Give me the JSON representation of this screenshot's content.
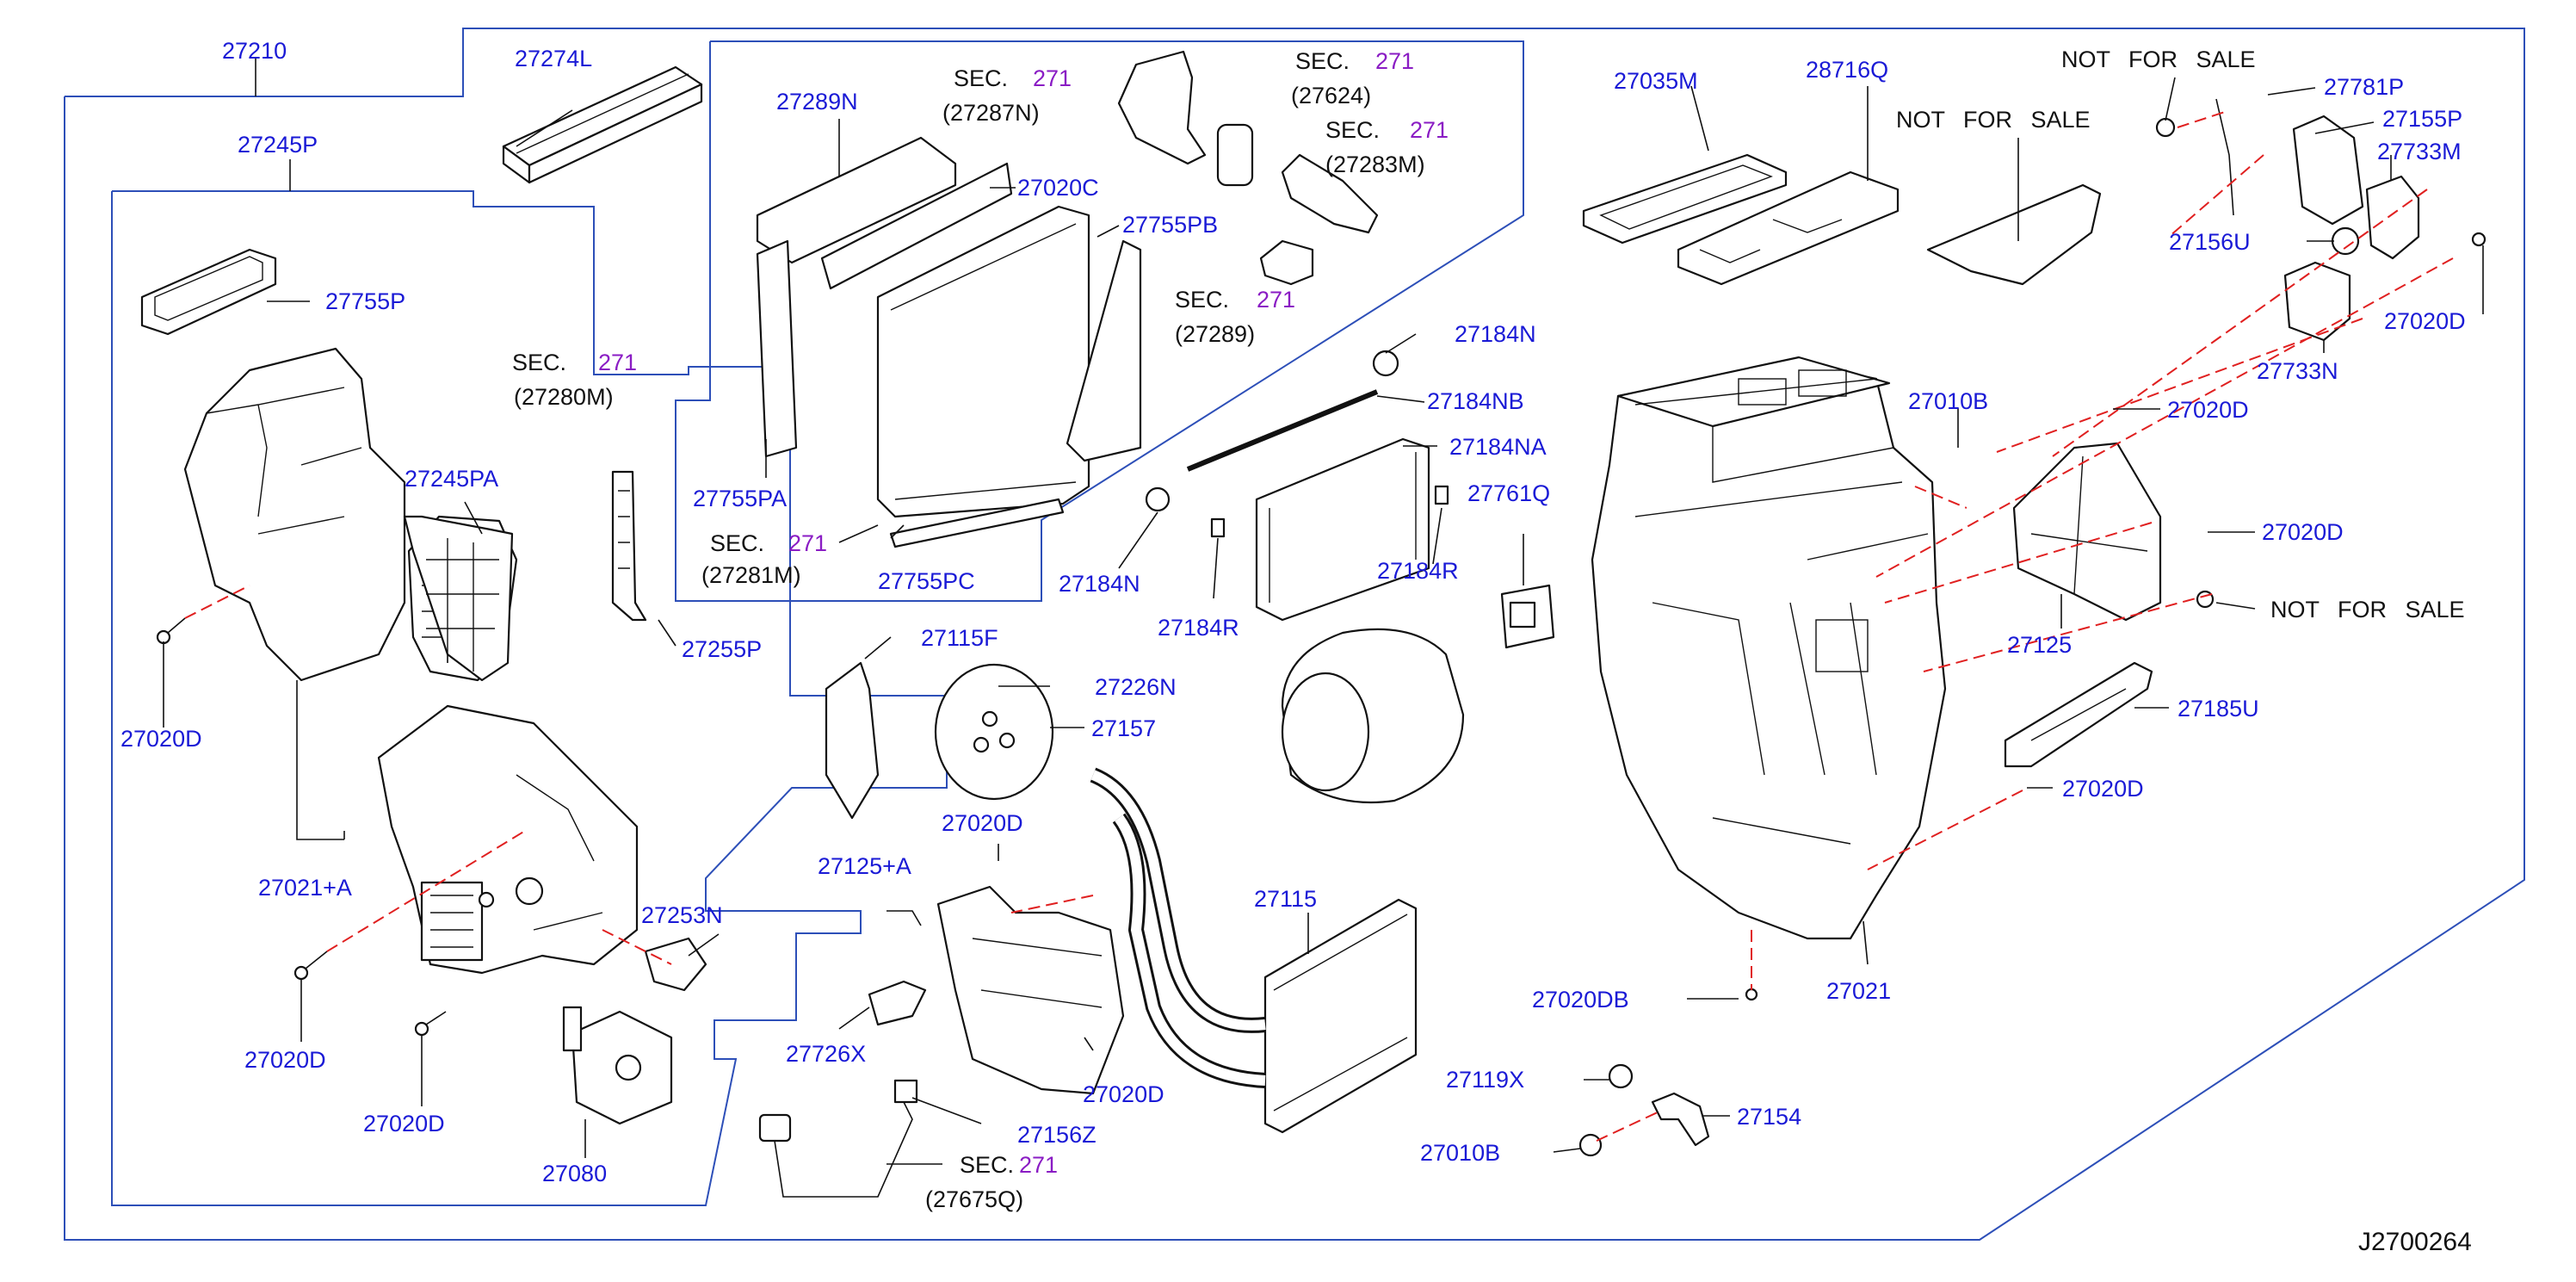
{
  "diagram_id": "J2700264",
  "not_for_sale": "NOT FOR SALE",
  "sec_ref": "271",
  "parts": {
    "p27210": "27210",
    "p27245P": "27245P",
    "p27274L": "27274L",
    "p27289N": "27289N",
    "p27020C": "27020C",
    "p27755PB": "27755PB",
    "p27755P": "27755P",
    "p27245PA": "27245PA",
    "p27755PA": "27755PA",
    "p27755PC": "27755PC",
    "p27255P": "27255P",
    "p27020D_a": "27020D",
    "p27021A": "27021+A",
    "p27253N": "27253N",
    "p27020D_b": "27020D",
    "p27020D_c": "27020D",
    "p27080": "27080",
    "p27184N_a": "27184N",
    "p27184NB": "27184NB",
    "p27184NA": "27184NA",
    "p27184N_b": "27184N",
    "p27184R_a": "27184R",
    "p27184R_b": "27184R",
    "p27761Q": "27761Q",
    "p27115F": "27115F",
    "p27226N": "27226N",
    "p27157": "27157",
    "p27020D_d": "27020D",
    "p27125A": "27125+A",
    "p27726X": "27726X",
    "p27020D_e": "27020D",
    "p27156Z": "27156Z",
    "p27115": "27115",
    "p27035M": "27035M",
    "p28716Q": "28716Q",
    "p27781P": "27781P",
    "p27155P": "27155P",
    "p27733M": "27733M",
    "p27156U": "27156U",
    "p27020D_f": "27020D",
    "p27733N": "27733N",
    "p27010B_a": "27010B",
    "p27020D_g": "27020D",
    "p27020D_h": "27020D",
    "p27125": "27125",
    "p27185U": "27185U",
    "p27020D_i": "27020D",
    "p27020DB": "27020DB",
    "p27021": "27021",
    "p27119X": "27119X",
    "p27154": "27154",
    "p27010B_b": "27010B"
  },
  "sections": {
    "sec_27287N": {
      "label": "SEC.",
      "ref": "(27287N)"
    },
    "sec_27624": {
      "label": "SEC.",
      "ref": "(27624)"
    },
    "sec_27283M": {
      "label": "SEC.",
      "ref": "(27283M)"
    },
    "sec_27289": {
      "label": "SEC.",
      "ref": "(27289)"
    },
    "sec_27280M": {
      "label": "SEC.",
      "ref": "(27280M)"
    },
    "sec_27281M": {
      "label": "SEC.",
      "ref": "(27281M)"
    },
    "sec_27675Q": {
      "label": "SEC.",
      "ref": "(27675Q)"
    }
  }
}
